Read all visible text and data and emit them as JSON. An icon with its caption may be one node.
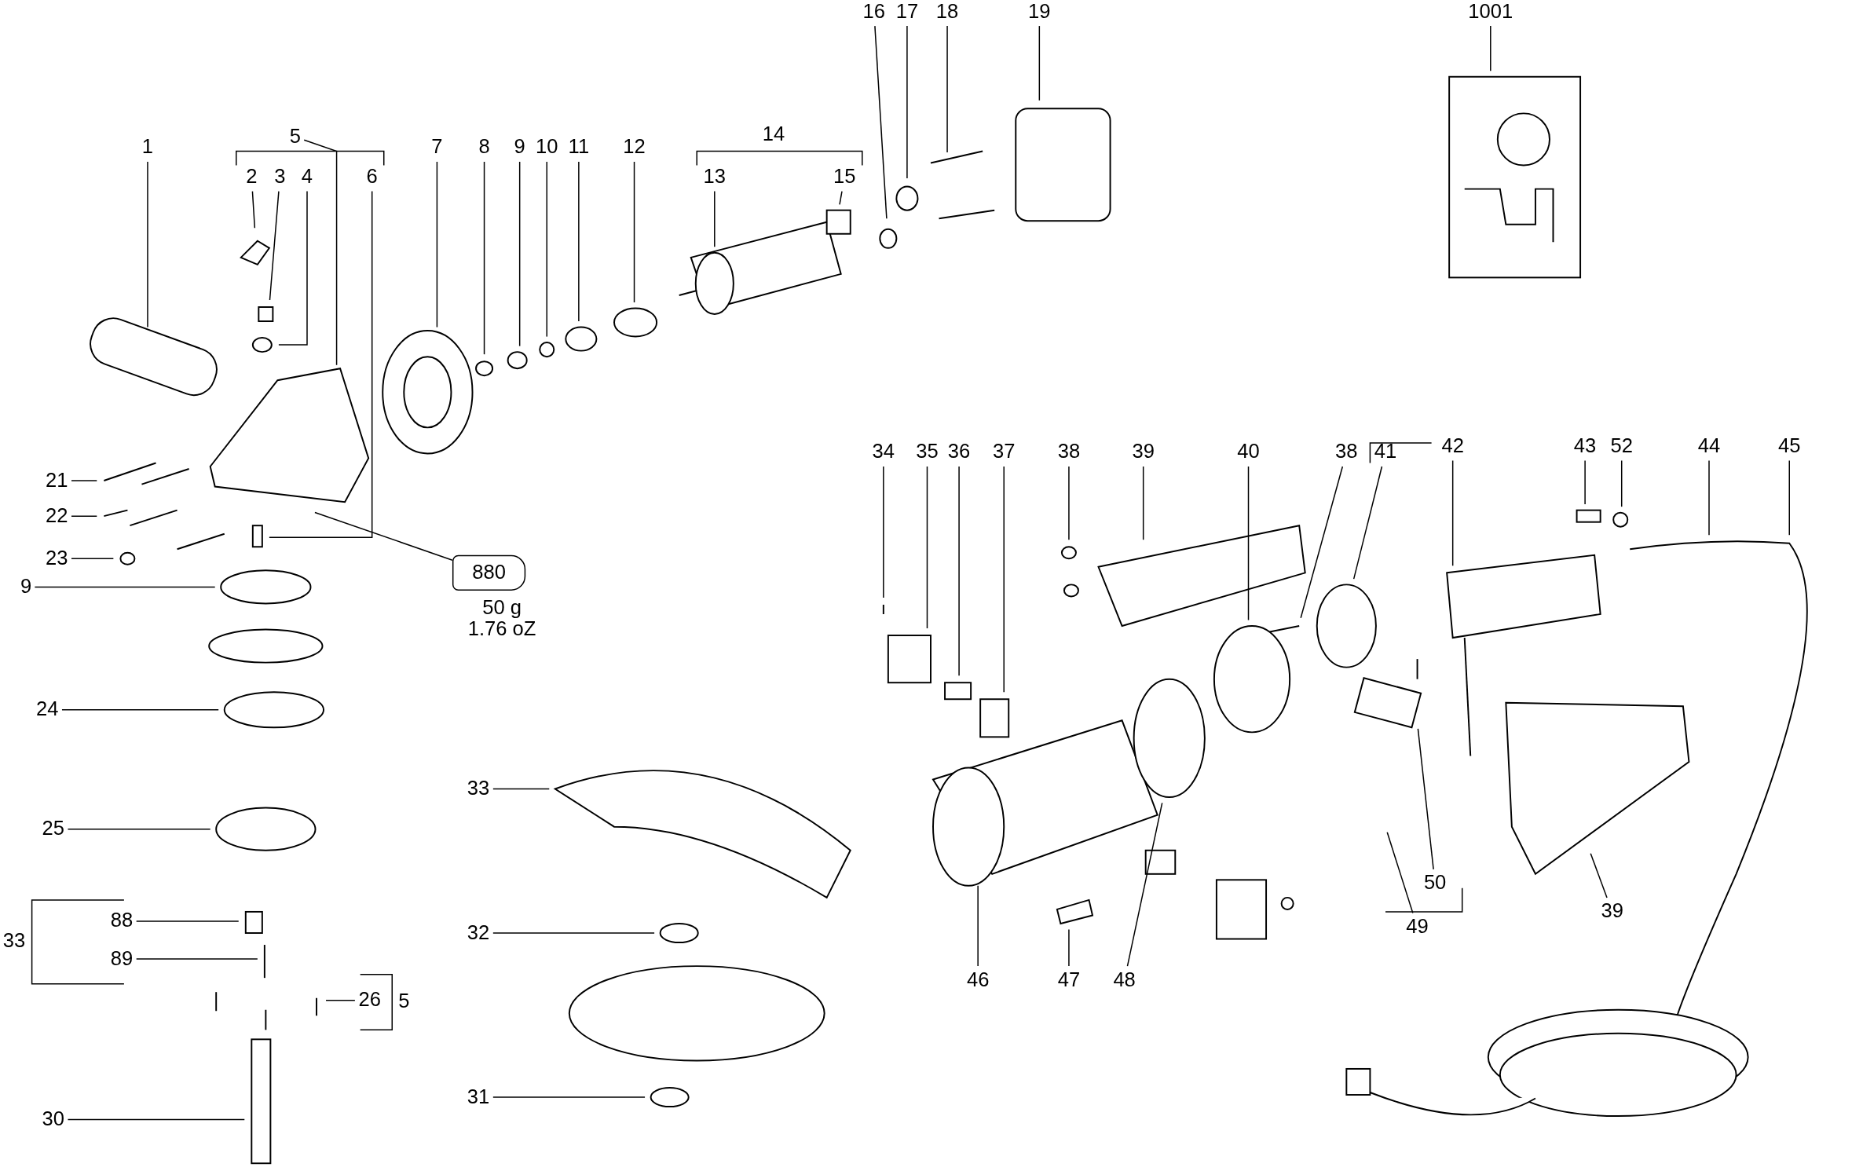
{
  "diagram": {
    "nodes": [
      {
        "text": [
          "16"
        ]
      },
      {
        "text": [
          "17"
        ]
      },
      {
        "text": [
          "18"
        ]
      },
      {
        "text": [
          "19"
        ]
      },
      {
        "text": [
          "1001"
        ]
      },
      {
        "text": [
          "1"
        ]
      },
      {
        "text": [
          "5"
        ]
      },
      {
        "text": [
          "7"
        ]
      },
      {
        "text": [
          "8"
        ]
      },
      {
        "text": [
          "9"
        ]
      },
      {
        "text": [
          "10"
        ]
      },
      {
        "text": [
          "11"
        ]
      },
      {
        "text": [
          "12"
        ]
      },
      {
        "text": [
          "2"
        ]
      },
      {
        "text": [
          "3"
        ]
      },
      {
        "text": [
          "4"
        ]
      },
      {
        "text": [
          "6"
        ]
      },
      {
        "text": [
          "13"
        ]
      },
      {
        "text": [
          "15"
        ]
      },
      {
        "text": [
          "21"
        ]
      },
      {
        "text": [
          "22"
        ]
      },
      {
        "text": [
          "23"
        ]
      },
      {
        "text": [
          "880"
        ],
        "beside": [
          "50 g",
          "1.76 oZ"
        ]
      },
      {
        "text": [
          "9"
        ]
      },
      {
        "text": [
          "24"
        ]
      },
      {
        "text": [
          "33"
        ]
      },
      {
        "text": [
          "25"
        ]
      },
      {
        "text": [
          "88"
        ]
      },
      {
        "text": [
          "32"
        ]
      },
      {
        "text": [
          "89"
        ]
      },
      {
        "text": [
          "26"
        ]
      },
      {
        "text": [
          "30"
        ]
      },
      {
        "text": [
          "31"
        ]
      },
      {
        "text": [
          "34"
        ]
      },
      {
        "text": [
          "35"
        ]
      },
      {
        "text": [
          "36"
        ]
      },
      {
        "text": [
          "37"
        ]
      },
      {
        "text": [
          "38"
        ]
      },
      {
        "text": [
          "39"
        ]
      },
      {
        "text": [
          "40"
        ]
      },
      {
        "text": [
          "38"
        ]
      },
      {
        "text": [
          "41"
        ]
      },
      {
        "text": [
          "42"
        ]
      },
      {
        "text": [
          "43"
        ]
      },
      {
        "text": [
          "52"
        ]
      },
      {
        "text": [
          "44"
        ]
      },
      {
        "text": [
          "45"
        ]
      },
      {
        "text": [
          "39"
        ]
      },
      {
        "text": [
          "50"
        ]
      },
      {
        "text": [
          "49"
        ]
      },
      {
        "text": [
          "46"
        ]
      },
      {
        "text": [
          "47"
        ]
      },
      {
        "text": [
          "48"
        ]
      }
    ],
    "edges": [
      {
        "from": 0,
        "to": null,
        "arrow": "none"
      },
      {
        "from": 1,
        "to": null,
        "arrow": "none"
      },
      {
        "from": 2,
        "to": null,
        "arrow": "none"
      },
      {
        "from": 3,
        "to": null,
        "arrow": "none"
      },
      {
        "from": 4,
        "to": null,
        "arrow": "none"
      },
      {
        "from": 5,
        "to": null,
        "arrow": "none"
      },
      {
        "from": 6,
        "to": null,
        "arrow": "none"
      },
      {
        "from": 7,
        "to": null,
        "arrow": "none"
      },
      {
        "from": 8,
        "to": null,
        "arrow": "none"
      },
      {
        "from": 9,
        "to": null,
        "arrow": "none"
      },
      {
        "from": 10,
        "to": null,
        "arrow": "none"
      },
      {
        "from": 11,
        "to": null,
        "arrow": "none"
      },
      {
        "from": 12,
        "to": null,
        "arrow": "none"
      },
      {
        "from": 13,
        "to": null,
        "arrow": "none"
      },
      {
        "from": 14,
        "to": null,
        "arrow": "none"
      },
      {
        "from": 15,
        "to": null,
        "arrow": "none"
      },
      {
        "from": 16,
        "to": null,
        "arrow": "none"
      },
      {
        "from": 17,
        "to": null,
        "arrow": "none"
      },
      {
        "from": 18,
        "to": null,
        "arrow": "none"
      },
      {
        "from": 19,
        "to": null,
        "arrow": "none"
      },
      {
        "from": 20,
        "to": null,
        "arrow": "none"
      },
      {
        "from": 21,
        "to": null,
        "arrow": "none"
      },
      {
        "from": null,
        "to": 22,
        "arrow": "none"
      },
      {
        "from": 23,
        "to": null,
        "arrow": "none"
      },
      {
        "from": 24,
        "to": null,
        "arrow": "none"
      },
      {
        "from": 25,
        "to": null,
        "arrow": "none"
      },
      {
        "from": 26,
        "to": null,
        "arrow": "none"
      },
      {
        "from": 27,
        "to": null,
        "arrow": "none"
      },
      {
        "from": 28,
        "to": null,
        "arrow": "none"
      },
      {
        "from": 29,
        "to": null,
        "arrow": "none"
      },
      {
        "from": 30,
        "to": null,
        "arrow": "none"
      },
      {
        "from": 31,
        "to": null,
        "arrow": "none"
      },
      {
        "from": 32,
        "to": null,
        "arrow": "none"
      },
      {
        "from": 33,
        "to": null,
        "arrow": "none"
      },
      {
        "from": 34,
        "to": null,
        "arrow": "none"
      },
      {
        "from": 35,
        "to": null,
        "arrow": "none"
      },
      {
        "from": 36,
        "to": null,
        "arrow": "none"
      },
      {
        "from": 37,
        "to": null,
        "arrow": "none"
      },
      {
        "from": 38,
        "to": null,
        "arrow": "none"
      },
      {
        "from": 39,
        "to": null,
        "arrow": "none"
      },
      {
        "from": 40,
        "to": null,
        "arrow": "none"
      },
      {
        "from": 41,
        "to": null,
        "arrow": "none"
      },
      {
        "from": 42,
        "to": null,
        "arrow": "none"
      },
      {
        "from": 43,
        "to": null,
        "arrow": "none"
      },
      {
        "from": 44,
        "to": null,
        "arrow": "none"
      },
      {
        "from": 45,
        "to": null,
        "arrow": "none"
      },
      {
        "from": 46,
        "to": null,
        "arrow": "none"
      },
      {
        "from": 47,
        "to": null,
        "arrow": "none"
      },
      {
        "from": 48,
        "to": null,
        "arrow": "none"
      },
      {
        "from": 49,
        "to": null,
        "arrow": "none"
      },
      {
        "from": 50,
        "to": null,
        "arrow": "none"
      },
      {
        "from": 51,
        "to": null,
        "arrow": "none"
      },
      {
        "from": 52,
        "to": null,
        "arrow": "none"
      }
    ],
    "labels": [
      "14",
      "33",
      "5"
    ]
  }
}
